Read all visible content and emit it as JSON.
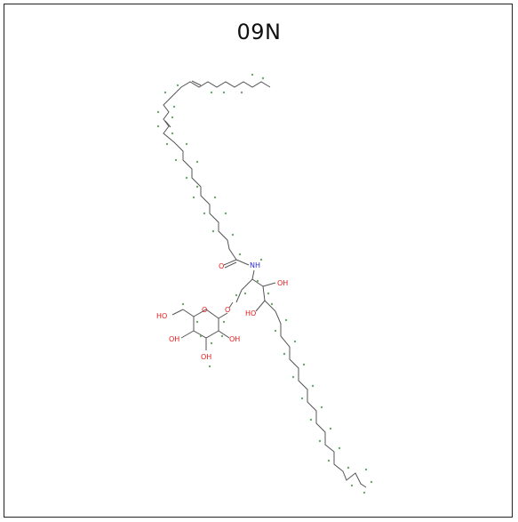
{
  "header": {
    "title": "09N"
  },
  "atoms": {
    "oxygen_label": "O",
    "nitrogen_label": "NH",
    "hydroxyl_labels": [
      "OH",
      "HO",
      "OH",
      "HO",
      "OH",
      "OH"
    ]
  },
  "colors": {
    "bond": "#555555",
    "oxygen": "#e31a1a",
    "nitrogen": "#2b2bd6",
    "hydrogen_label": "#6ea86e",
    "border": "#222222"
  }
}
